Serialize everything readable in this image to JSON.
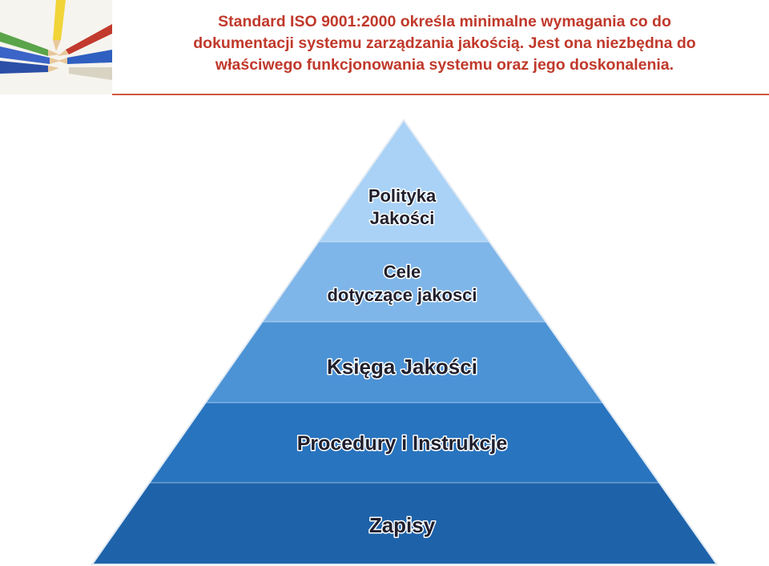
{
  "header": {
    "title_lines": [
      "Standard ISO 9001:2000 określa minimalne wymagania co do",
      "dokumentacji systemu zarządzania jakością. Jest ona niezbędna do",
      "właściwego funkcjonowania systemu oraz jego doskonalenia."
    ]
  },
  "pyramid": {
    "levels": [
      {
        "lines": [
          "Polityka",
          "Jakości"
        ],
        "color": "#a9d2f6"
      },
      {
        "lines": [
          "Cele",
          "dotyczące jakosci"
        ],
        "color": "#7fb6e9"
      },
      {
        "lines": [
          "Księga Jakości"
        ],
        "color": "#4c93d6"
      },
      {
        "lines": [
          "Procedury i Instrukcje"
        ],
        "color": "#2874bf"
      },
      {
        "lines": [
          "Zapisy"
        ],
        "color": "#1e63aa"
      }
    ]
  },
  "colors": {
    "title": "#c0392b",
    "divider": "#cf5a3b"
  }
}
